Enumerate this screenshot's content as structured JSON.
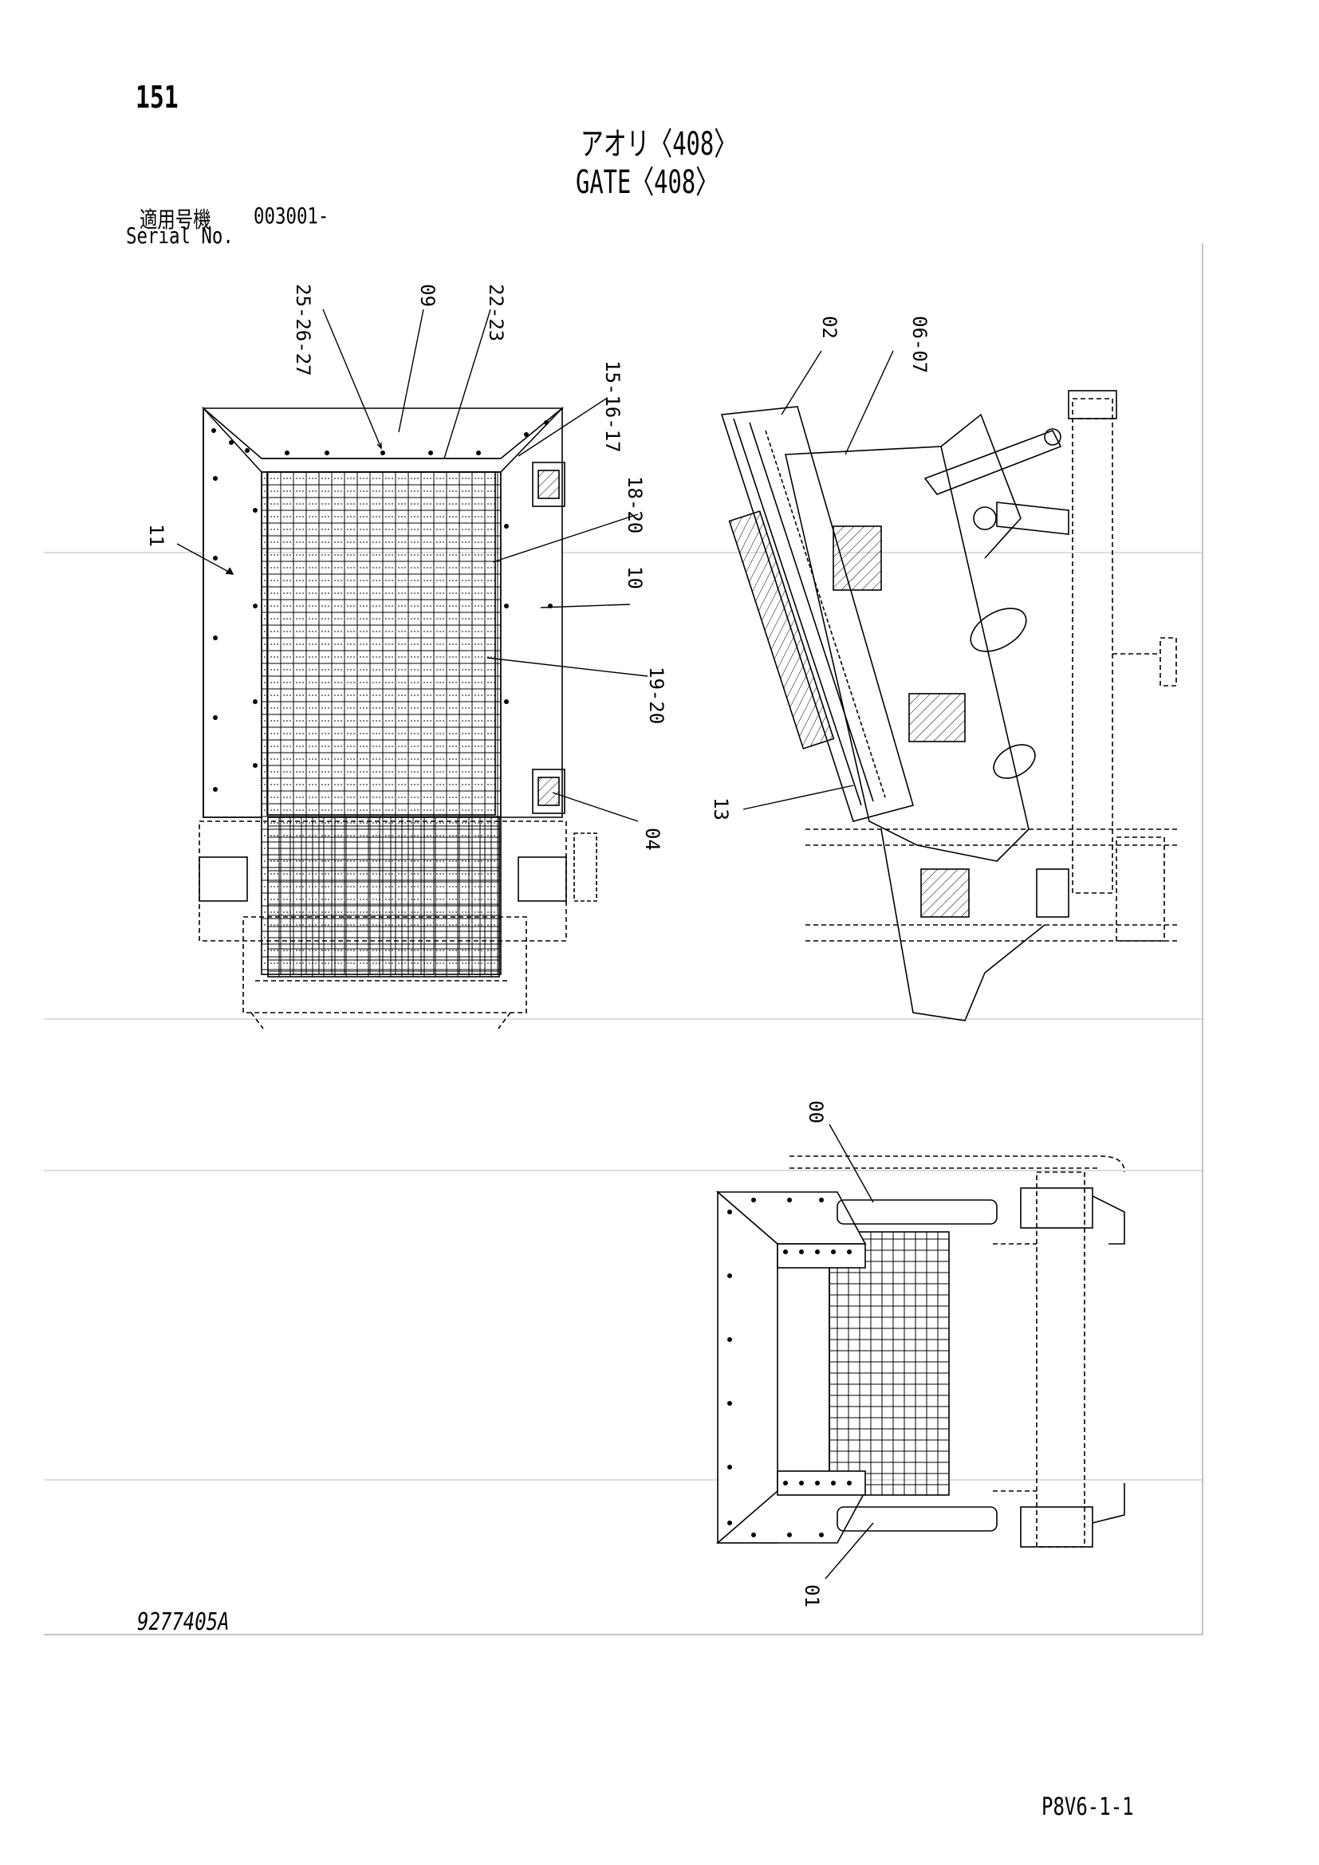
{
  "header": {
    "page_number": "151",
    "title_ja": "アオリ〈408〉",
    "title_en": "GATE〈408〉",
    "serial_label_ja": "適用号機",
    "serial_range": "003001-",
    "serial_label_en": "Serial No."
  },
  "callouts": {
    "c25_27": "25-26-27",
    "c09a": "09",
    "c22_23": "22-23",
    "c15_17": "15-16-17",
    "c18_20": "18-20",
    "c11": "11",
    "c10": "10",
    "c19_20": "19-20",
    "c04": "04",
    "c02": "02",
    "c06_07": "06-07",
    "c13": "13",
    "c00": "00",
    "c01": "01"
  },
  "footer": {
    "drawing_number": "9277405A",
    "page_code": "P8V6-1-1"
  }
}
